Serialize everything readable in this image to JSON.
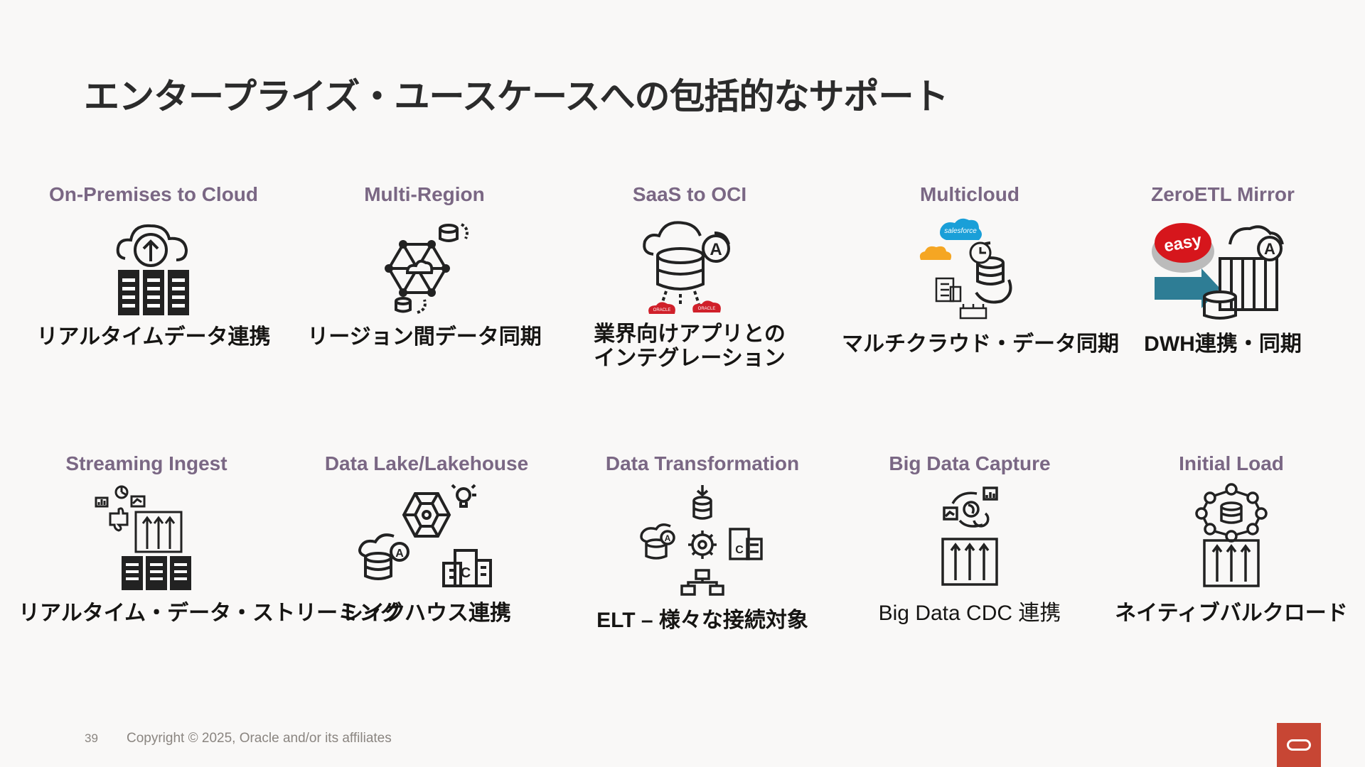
{
  "slide": {
    "title": "エンタープライズ・ユースケースへの包括的なサポート",
    "page_number": "39",
    "copyright": "Copyright © 2025, Oracle and/or its affiliates"
  },
  "use_cases": [
    {
      "heading": "On-Premises to Cloud",
      "caption": "リアルタイムデータ連携",
      "icon": "cloud-upload-servers-icon"
    },
    {
      "heading": "Multi-Region",
      "caption": "リージョン間データ同期",
      "icon": "network-sync-icon"
    },
    {
      "heading": "SaaS to OCI",
      "caption_line1": "業界向けアプリとの",
      "caption_line2": "インテグレーション",
      "icon": "cloud-database-oracle-icon",
      "badge": "ORACLE"
    },
    {
      "heading": "Multicloud",
      "caption": "マルチクラウド・データ同期",
      "icon": "multicloud-sync-icon",
      "badge": "salesforce"
    },
    {
      "heading": "ZeroETL Mirror",
      "caption": "DWH連携・同期",
      "icon": "easy-button-mirror-icon",
      "badge": "easy"
    },
    {
      "heading": "Streaming Ingest",
      "caption": "リアルタイム・データ・ストリーミング",
      "icon": "streaming-servers-icon"
    },
    {
      "heading": "Data Lake/Lakehouse",
      "caption": "レイクハウス連携",
      "icon": "lakehouse-icon"
    },
    {
      "heading": "Data Transformation",
      "caption": "ELT – 様々な接続対象",
      "icon": "transformation-icon"
    },
    {
      "heading": "Big Data Capture",
      "caption": "Big Data CDC 連携",
      "icon": "big-data-capture-icon"
    },
    {
      "heading": "Initial Load",
      "caption": "ネイティブバルクロード",
      "icon": "initial-load-icon"
    }
  ],
  "colors": {
    "heading": "#7a6784",
    "oracle_red": "#c74634",
    "arrow_teal": "#2e7d95"
  }
}
